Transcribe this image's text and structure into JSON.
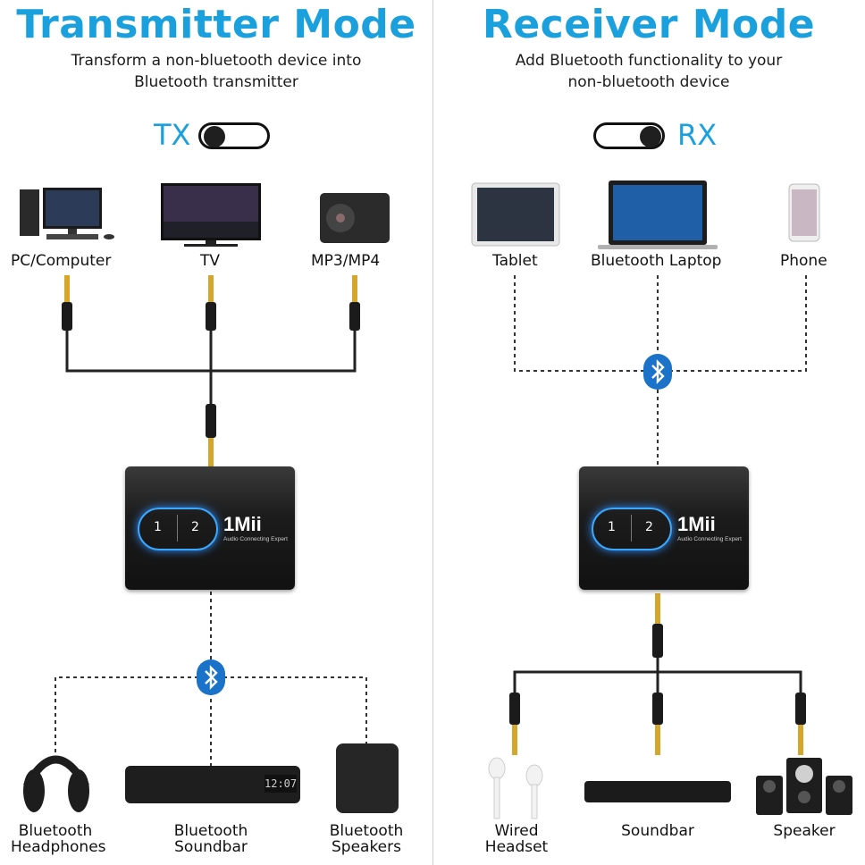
{
  "left": {
    "title": "Transmitter Mode",
    "subtitle_line1": "Transform a non-bluetooth device into",
    "subtitle_line2": "Bluetooth transmitter",
    "mode_label": "TX",
    "sources": [
      "PC/Computer",
      "TV",
      "MP3/MP4"
    ],
    "outputs": [
      {
        "line1": "Bluetooth",
        "line2": "Headphones"
      },
      {
        "line1": "Bluetooth",
        "line2": "Soundbar"
      },
      {
        "line1": "Bluetooth",
        "line2": "Speakers"
      }
    ],
    "soundbar_display": "12:07"
  },
  "right": {
    "title": "Receiver Mode",
    "subtitle_line1": "Add Bluetooth functionality to your",
    "subtitle_line2": "non-bluetooth device",
    "mode_label": "RX",
    "sources": [
      "Tablet",
      "Bluetooth Laptop",
      "Phone"
    ],
    "outputs": [
      {
        "line1": "Wired",
        "line2": "Headset"
      },
      {
        "line1": "Soundbar",
        "line2": ""
      },
      {
        "line1": "Speaker",
        "line2": ""
      }
    ]
  },
  "unit": {
    "brand": "1Mii",
    "tagline": "Audio Connecting Expert",
    "button1": "1",
    "button2": "2"
  },
  "colors": {
    "accent": "#1aa0dc",
    "bluetooth": "#1a73c8",
    "device_body": "#1c1c1c"
  }
}
